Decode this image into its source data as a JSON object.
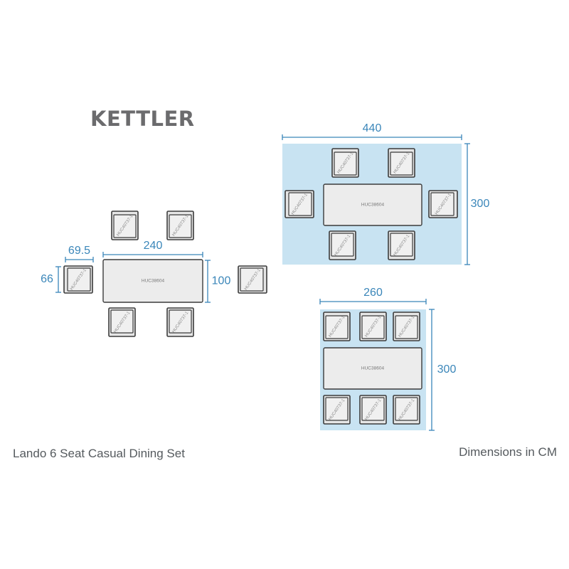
{
  "logo": {
    "text": "KETTLER"
  },
  "footer": {
    "product_name": "Lando 6 Seat Casual Dining Set",
    "units_note": "Dimensions in CM"
  },
  "colors": {
    "dimension_blue": "#3a86b9",
    "area_fill": "#c8e3f2",
    "outline": "#3b3b3b",
    "chair_fill": "#e6e6e6",
    "table_fill": "#ececec"
  },
  "codes": {
    "table": "HUC38604",
    "chair": "HUC40737-1"
  },
  "layout_single": {
    "chair_width": "69.5",
    "chair_depth": "66",
    "table_length": "240",
    "table_width": "100"
  },
  "layout_ends": {
    "area_width": "440",
    "area_depth": "300"
  },
  "layout_sides": {
    "area_width": "260",
    "area_depth": "300"
  }
}
